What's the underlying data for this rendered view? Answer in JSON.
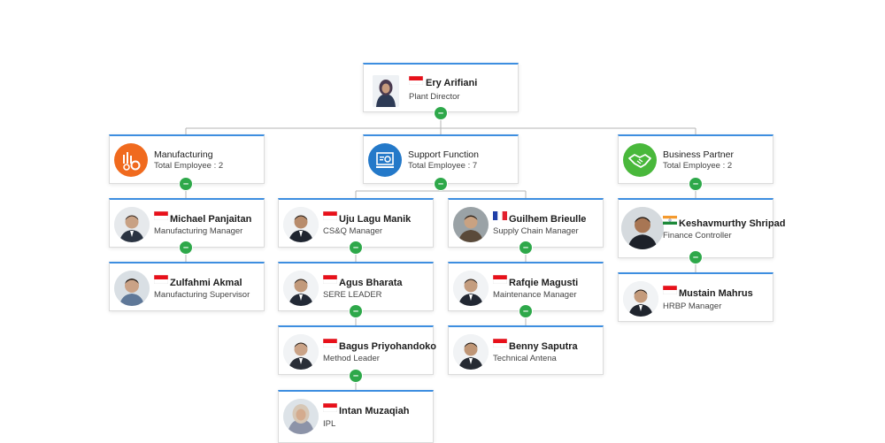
{
  "colors": {
    "accent_border": "#3d8ee0",
    "toggle": "#2ea84a",
    "manufacturing_icon": "#f06a1e",
    "support_icon": "#2479c9",
    "partner_icon": "#49b83b"
  },
  "toggle_symbol": "–",
  "root": {
    "name": "Ery Arifiani",
    "title": "Plant Director",
    "flag": "indonesia"
  },
  "departments": [
    {
      "name": "Manufacturing",
      "info": "Total Employee : 2",
      "icon": "manufacturing-icon"
    },
    {
      "name": "Support Function",
      "info": "Total Employee : 7",
      "icon": "support-function-icon"
    },
    {
      "name": "Business Partner",
      "info": "Total Employee : 2",
      "icon": "handshake-icon"
    }
  ],
  "people": [
    {
      "name": "Michael Panjaitan",
      "title": "Manufacturing Manager",
      "flag": "indonesia"
    },
    {
      "name": "Zulfahmi Akmal",
      "title": "Manufacturing Supervisor",
      "flag": "indonesia"
    },
    {
      "name": "Uju Lagu Manik",
      "title": "CS&Q Manager",
      "flag": "indonesia"
    },
    {
      "name": "Agus Bharata",
      "title": "SERE LEADER",
      "flag": "indonesia"
    },
    {
      "name": "Bagus Priyohandoko",
      "title": "Method Leader",
      "flag": "indonesia"
    },
    {
      "name": "Intan Muzaqiah",
      "title": "IPL",
      "flag": "indonesia"
    },
    {
      "name": "Guilhem Brieulle",
      "title": "Supply Chain Manager",
      "flag": "france"
    },
    {
      "name": "Rafqie Magusti",
      "title": "Maintenance Manager",
      "flag": "indonesia"
    },
    {
      "name": "Benny Saputra",
      "title": "Technical Antena",
      "flag": "indonesia"
    },
    {
      "name": "Keshavmurthy Shripad",
      "title": "Finance Controller",
      "flag": "india"
    },
    {
      "name": "Mustain Mahrus",
      "title": "HRBP Manager",
      "flag": "indonesia"
    }
  ]
}
